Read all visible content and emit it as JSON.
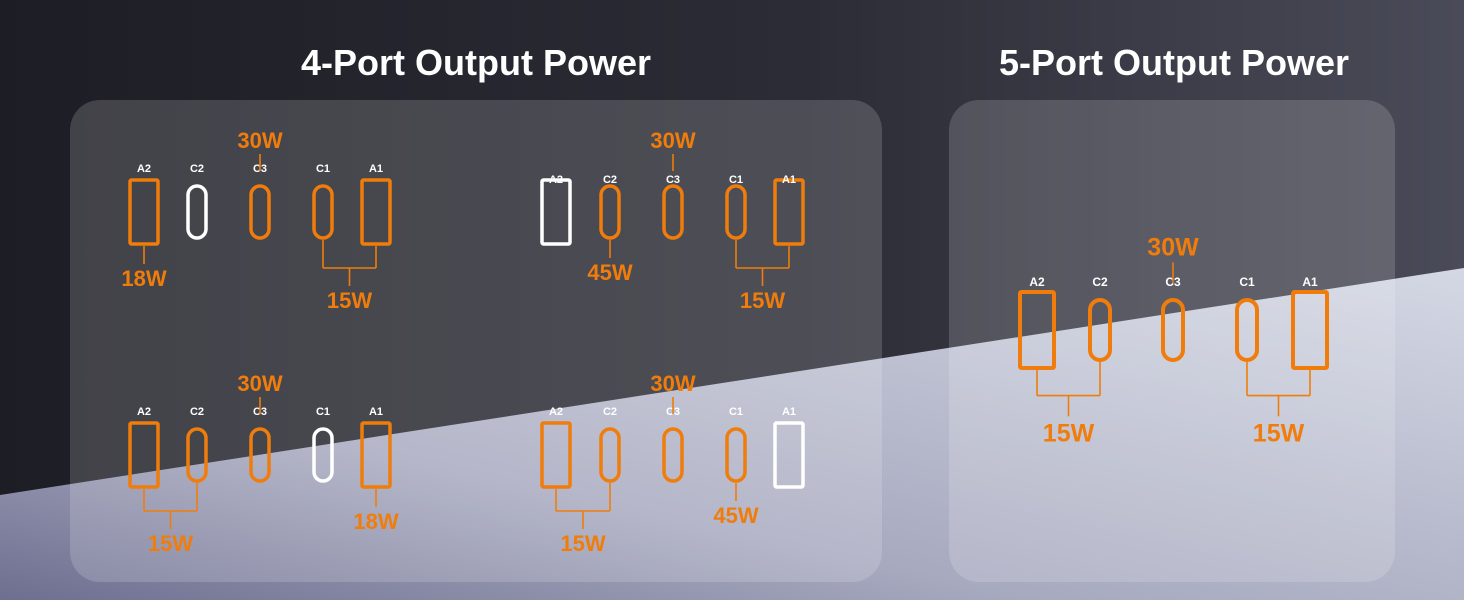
{
  "titles": {
    "four_port": "4-Port Output Power",
    "five_port": "5-Port Output Power"
  },
  "colors": {
    "accent": "#f07d0b",
    "inactive": "#ffffff",
    "background_dark": "#25252e",
    "background_light": "#b8bccb"
  },
  "port_labels": [
    "A2",
    "C2",
    "C3",
    "C1",
    "A1"
  ],
  "configurations": [
    {
      "group": "4-port",
      "ports": [
        {
          "name": "A2",
          "active": true
        },
        {
          "name": "C2",
          "active": false
        },
        {
          "name": "C3",
          "active": true
        },
        {
          "name": "C1",
          "active": true
        },
        {
          "name": "A1",
          "active": true
        }
      ],
      "outputs": [
        {
          "ports": [
            "C3"
          ],
          "watts": "30W"
        },
        {
          "ports": [
            "A2"
          ],
          "watts": "18W"
        },
        {
          "ports": [
            "C1",
            "A1"
          ],
          "watts": "15W"
        }
      ]
    },
    {
      "group": "4-port",
      "ports": [
        {
          "name": "A2",
          "active": false
        },
        {
          "name": "C2",
          "active": true
        },
        {
          "name": "C3",
          "active": true
        },
        {
          "name": "C1",
          "active": true
        },
        {
          "name": "A1",
          "active": true
        }
      ],
      "outputs": [
        {
          "ports": [
            "C3"
          ],
          "watts": "30W"
        },
        {
          "ports": [
            "C2"
          ],
          "watts": "45W"
        },
        {
          "ports": [
            "C1",
            "A1"
          ],
          "watts": "15W"
        }
      ]
    },
    {
      "group": "4-port",
      "ports": [
        {
          "name": "A2",
          "active": true
        },
        {
          "name": "C2",
          "active": true
        },
        {
          "name": "C3",
          "active": true
        },
        {
          "name": "C1",
          "active": false
        },
        {
          "name": "A1",
          "active": true
        }
      ],
      "outputs": [
        {
          "ports": [
            "C3"
          ],
          "watts": "30W"
        },
        {
          "ports": [
            "A2",
            "C2"
          ],
          "watts": "15W"
        },
        {
          "ports": [
            "A1"
          ],
          "watts": "18W"
        }
      ]
    },
    {
      "group": "4-port",
      "ports": [
        {
          "name": "A2",
          "active": true
        },
        {
          "name": "C2",
          "active": true
        },
        {
          "name": "C3",
          "active": true
        },
        {
          "name": "C1",
          "active": true
        },
        {
          "name": "A1",
          "active": false
        }
      ],
      "outputs": [
        {
          "ports": [
            "C3"
          ],
          "watts": "30W"
        },
        {
          "ports": [
            "A2",
            "C2"
          ],
          "watts": "15W"
        },
        {
          "ports": [
            "C1"
          ],
          "watts": "45W"
        }
      ]
    },
    {
      "group": "5-port",
      "ports": [
        {
          "name": "A2",
          "active": true
        },
        {
          "name": "C2",
          "active": true
        },
        {
          "name": "C3",
          "active": true
        },
        {
          "name": "C1",
          "active": true
        },
        {
          "name": "A1",
          "active": true
        }
      ],
      "outputs": [
        {
          "ports": [
            "C3"
          ],
          "watts": "30W"
        },
        {
          "ports": [
            "A2",
            "C2"
          ],
          "watts": "15W"
        },
        {
          "ports": [
            "C1",
            "A1"
          ],
          "watts": "15W"
        }
      ]
    }
  ]
}
